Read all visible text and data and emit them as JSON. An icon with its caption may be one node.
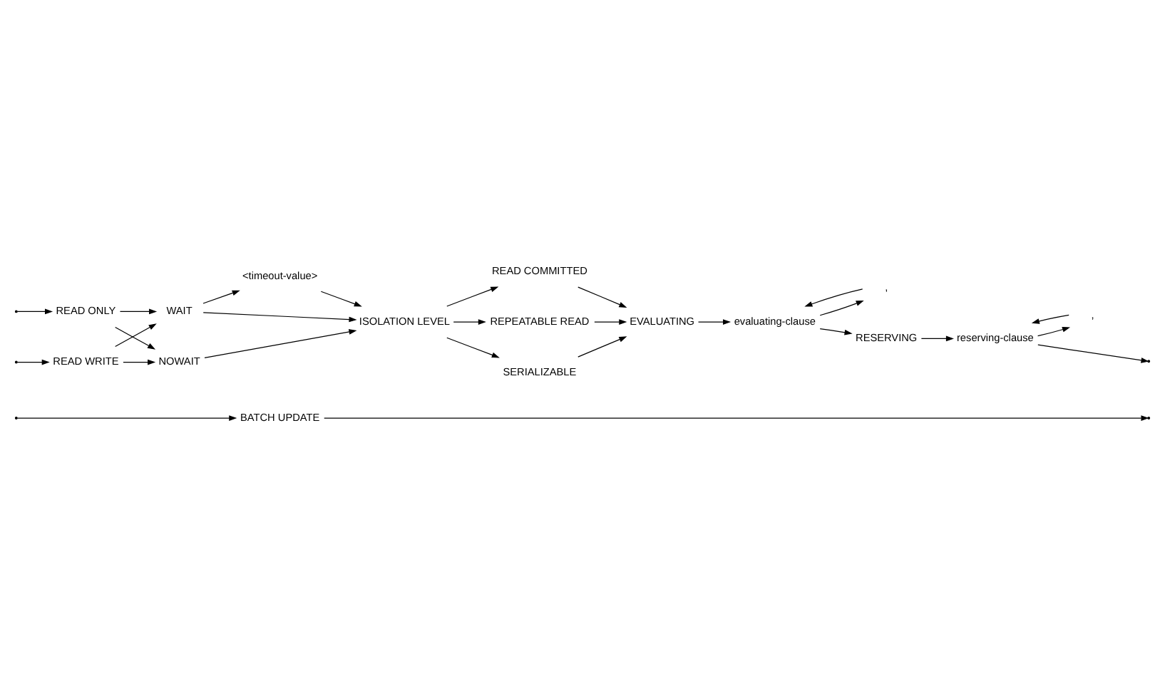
{
  "diagram": {
    "nodes": [
      {
        "text": [
          "BATCH UPDATE"
        ]
      },
      {
        "text": [
          "READ ONLY"
        ]
      },
      {
        "text": [
          "READ WRITE"
        ]
      },
      {
        "text": [
          "WAIT"
        ]
      },
      {
        "text": [
          "<timeout-value>"
        ]
      },
      {
        "text": [
          "NOWAIT"
        ]
      },
      {
        "text": [
          "ISOLATION LEVEL"
        ]
      },
      {
        "text": [
          "READ COMMITTED"
        ]
      },
      {
        "text": [
          "REPEATABLE READ"
        ]
      },
      {
        "text": [
          "SERIALIZABLE"
        ]
      },
      {
        "text": [
          "EVALUATING"
        ]
      },
      {
        "text": [
          "evaluating-clause"
        ]
      },
      {
        "text": [
          ","
        ]
      },
      {
        "text": [
          "RESERVING"
        ]
      },
      {
        "text": [
          "reserving-clause"
        ]
      },
      {
        "text": [
          ","
        ]
      }
    ],
    "edges": [
      {
        "from": 0,
        "to": null,
        "arrow": "to"
      },
      {
        "from": null,
        "to": 0,
        "arrow": "to"
      },
      {
        "from": null,
        "to": 1,
        "arrow": "to"
      },
      {
        "from": null,
        "to": 2,
        "arrow": "to"
      },
      {
        "from": 1,
        "to": 3,
        "arrow": "to"
      },
      {
        "from": 1,
        "to": 5,
        "arrow": "to"
      },
      {
        "from": 2,
        "to": 3,
        "arrow": "to"
      },
      {
        "from": 2,
        "to": 5,
        "arrow": "to"
      },
      {
        "from": 3,
        "to": 4,
        "arrow": "to"
      },
      {
        "from": 3,
        "to": 6,
        "arrow": "to"
      },
      {
        "from": 4,
        "to": 6,
        "arrow": "to"
      },
      {
        "from": 5,
        "to": 6,
        "arrow": "to"
      },
      {
        "from": 6,
        "to": 7,
        "arrow": "to"
      },
      {
        "from": 6,
        "to": 8,
        "arrow": "to"
      },
      {
        "from": 6,
        "to": 9,
        "arrow": "to"
      },
      {
        "from": 7,
        "to": 10,
        "arrow": "to"
      },
      {
        "from": 8,
        "to": 10,
        "arrow": "to"
      },
      {
        "from": 9,
        "to": 10,
        "arrow": "to"
      },
      {
        "from": 10,
        "to": 11,
        "arrow": "to"
      },
      {
        "from": 11,
        "to": 12,
        "arrow": "to"
      },
      {
        "from": 12,
        "to": 11,
        "arrow": "to"
      },
      {
        "from": 11,
        "to": 13,
        "arrow": "to"
      },
      {
        "from": 13,
        "to": 14,
        "arrow": "to"
      },
      {
        "from": 14,
        "to": 15,
        "arrow": "to"
      },
      {
        "from": 15,
        "to": 14,
        "arrow": "to"
      },
      {
        "from": 14,
        "to": null,
        "arrow": "to"
      }
    ]
  }
}
